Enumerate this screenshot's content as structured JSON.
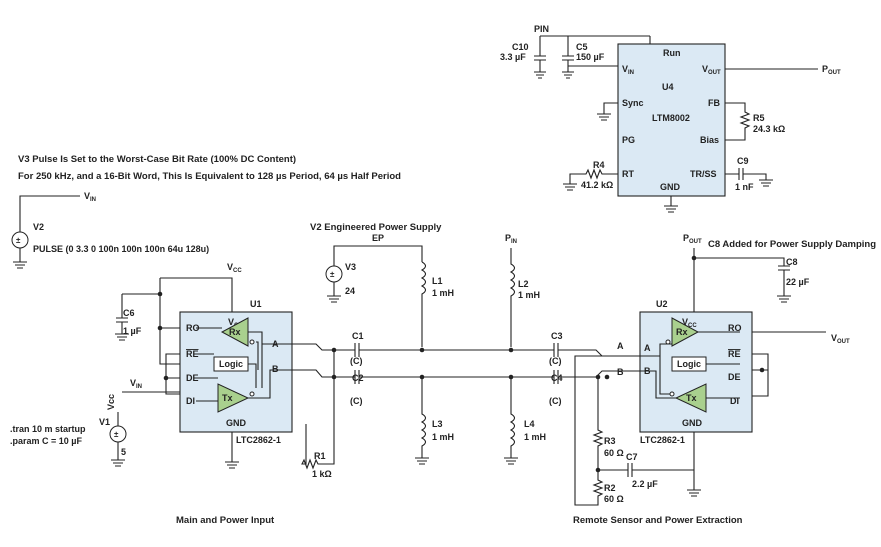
{
  "notes": {
    "v3_line1": "V3 Pulse Is Set to the Worst-Case Bit Rate (100% DC Content)",
    "v3_line2": "For 250 kHz, and a 16-Bit Word, This Is Equivalent to 128 µs Period, 64 µs Half Period",
    "tran": ".tran 10 m startup",
    "param": ".param C = 10 µF",
    "v2_supply": "V2 Engineered Power Supply",
    "c8_note": "C8 Added for Power Supply Damping"
  },
  "sections": {
    "left": "Main and Power Input",
    "right": "Remote Sensor and Power Extraction"
  },
  "u4": {
    "ref": "U4",
    "part": "LTM8002",
    "pins": {
      "run": "Run",
      "vin": "V",
      "vin_sub": "IN",
      "vout": "V",
      "vout_sub": "OUT",
      "sync": "Sync",
      "fb": "FB",
      "pg": "PG",
      "bias": "Bias",
      "rt": "RT",
      "trss": "TR/SS",
      "gnd": "GND"
    },
    "pin_label": "PIN",
    "pout": "P",
    "pout_sub": "OUT"
  },
  "u1": {
    "ref": "U1",
    "part": "LTC2862-1",
    "pins": {
      "ro": "RO",
      "re": "RE",
      "de": "DE",
      "di": "DI",
      "a": "A",
      "b": "B",
      "gnd": "GND",
      "vcc": "V",
      "vcc_sub": "CC"
    },
    "rx": "Rx",
    "tx": "Tx",
    "logic": "Logic"
  },
  "u2": {
    "ref": "U2",
    "part": "LTC2862-1",
    "pins": {
      "ro": "RO",
      "re": "RE",
      "de": "DE",
      "di": "DI",
      "a": "A",
      "b": "B",
      "gnd": "GND",
      "vcc": "V",
      "vcc_sub": "CC"
    },
    "rx": "Rx",
    "tx": "Tx",
    "logic": "Logic"
  },
  "components": {
    "c10": {
      "ref": "C10",
      "value": "3.3 µF"
    },
    "c5": {
      "ref": "C5",
      "value": "150 µF"
    },
    "r5": {
      "ref": "R5",
      "value": "24.3 kΩ"
    },
    "r4": {
      "ref": "R4",
      "value": "41.2 kΩ"
    },
    "c9": {
      "ref": "C9",
      "value": "1 nF"
    },
    "v2": {
      "ref": "V2",
      "value": "PULSE (0 3.3 0 100n 100n 100n 64u 128u)"
    },
    "v3": {
      "ref": "V3",
      "value": "24"
    },
    "v1": {
      "ref": "V1",
      "value": "5"
    },
    "c6": {
      "ref": "C6",
      "value": "1 µF"
    },
    "c1": {
      "ref": "C1",
      "value": "(C)"
    },
    "c2": {
      "ref": "C2",
      "value": "(C)"
    },
    "c3": {
      "ref": "C3",
      "value": "(C)"
    },
    "c4": {
      "ref": "C4",
      "value": "(C)"
    },
    "l1": {
      "ref": "L1",
      "value": "1 mH"
    },
    "l2": {
      "ref": "L2",
      "value": "1 mH"
    },
    "l3": {
      "ref": "L3",
      "value": "1 mH"
    },
    "l4": {
      "ref": "L4",
      "value": "1 mH"
    },
    "r1": {
      "ref": "R1",
      "value": "1 kΩ"
    },
    "r2": {
      "ref": "R2",
      "value": "60 Ω"
    },
    "r3": {
      "ref": "R3",
      "value": "60 Ω"
    },
    "c7": {
      "ref": "C7",
      "value": "2.2 µF"
    },
    "c8": {
      "ref": "C8",
      "value": "22 µF"
    }
  },
  "nets": {
    "vin": "V",
    "vin_sub": "IN",
    "vcc": "V",
    "vcc_sub": "CC",
    "vcc_v1": "Vcc",
    "pin": "P",
    "pin_sub": "IN",
    "pout": "P",
    "pout_sub": "OUT",
    "vout": "V",
    "vout_sub": "OUT",
    "ep": "EP",
    "a": "A",
    "b": "B"
  },
  "colors": {
    "chip_fill": "#dbe9f4",
    "amp_fill": "#a9d08e",
    "wire": "#222222"
  }
}
